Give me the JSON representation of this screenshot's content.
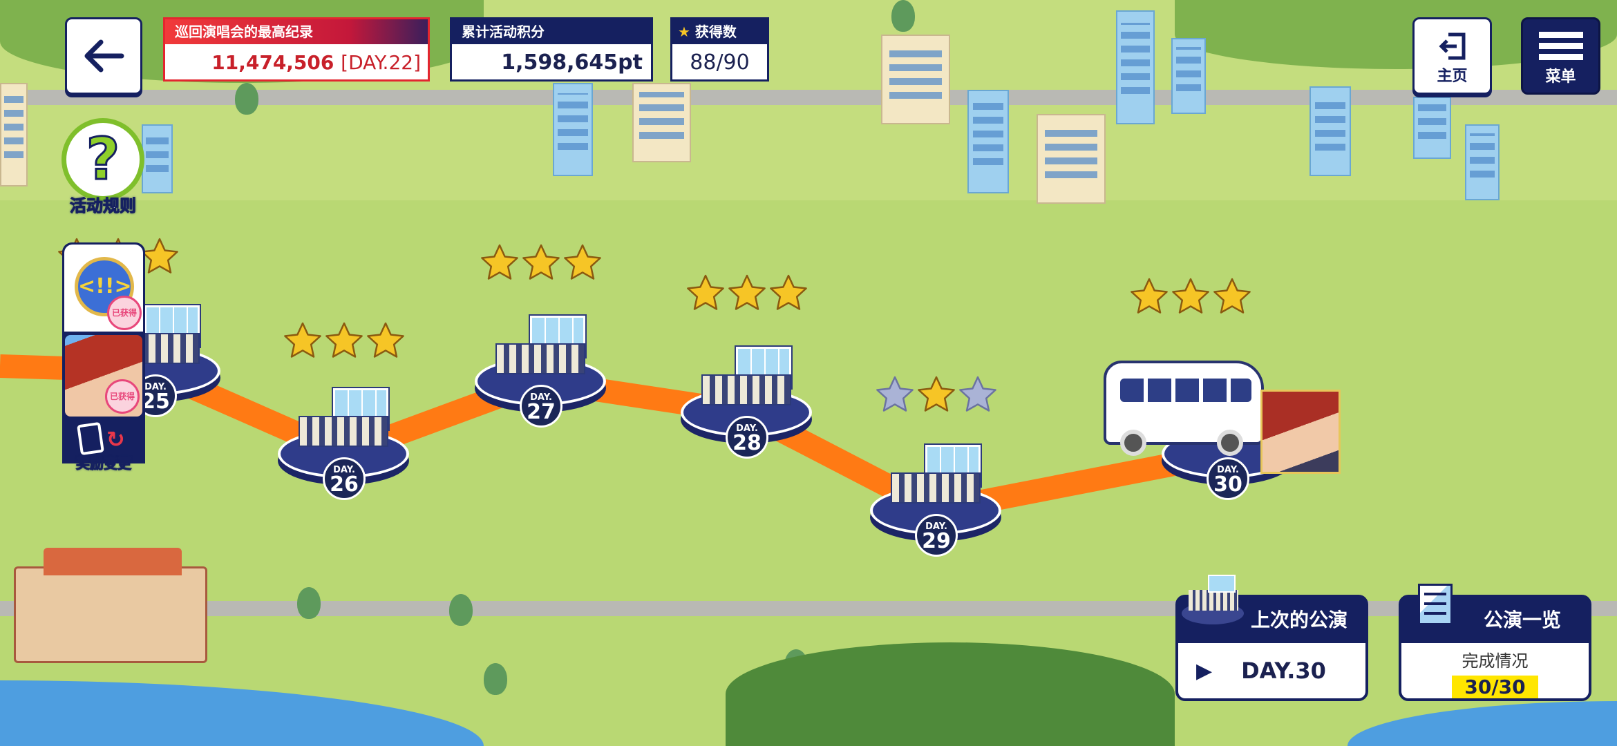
{
  "header": {
    "record": {
      "label": "巡回演唱会的最高纪录",
      "value": "11,474,506",
      "day": "[DAY.22]"
    },
    "points": {
      "label": "累计活动积分",
      "value": "1,598,645pt"
    },
    "stars": {
      "label": "获得数",
      "value": "88/90"
    }
  },
  "nav": {
    "home_label": "主页",
    "menu_label": "菜单",
    "rules_label": "活动规则",
    "rules_glyph": "?"
  },
  "reward": {
    "stamp": "已获得",
    "change_label": "奖励变更"
  },
  "stages": [
    {
      "day_prefix": "DAY.",
      "day": "25",
      "stars": 3
    },
    {
      "day_prefix": "DAY.",
      "day": "26",
      "stars": 3
    },
    {
      "day_prefix": "DAY.",
      "day": "27",
      "stars": 3
    },
    {
      "day_prefix": "DAY.",
      "day": "28",
      "stars": 3
    },
    {
      "day_prefix": "DAY.",
      "day": "29",
      "stars": 1
    },
    {
      "day_prefix": "DAY.",
      "day": "30",
      "stars": 3
    }
  ],
  "last_performance": {
    "title": "上次的公演",
    "value": "DAY.30"
  },
  "performance_list": {
    "title": "公演一览",
    "status_label": "完成情况",
    "status_value": "30/30"
  },
  "colors": {
    "navy": "#152060",
    "path": "#ff7a14",
    "star": "#f6c526",
    "star_empty": "#aab3d6",
    "record_red": "#c8202a",
    "highlight": "#ffe600"
  }
}
